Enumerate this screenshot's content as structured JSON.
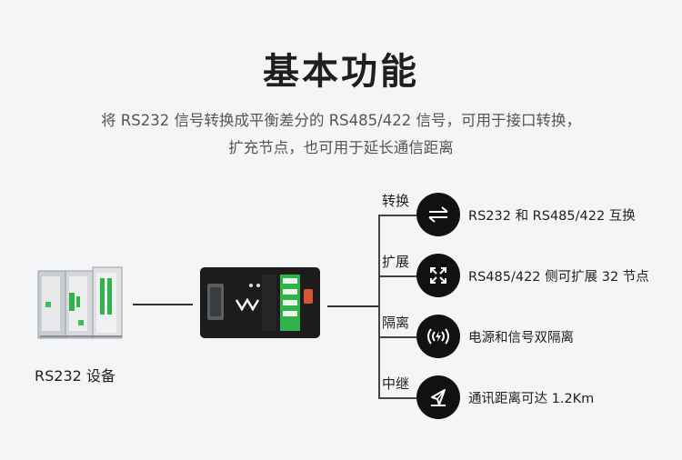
{
  "title": "基本功能",
  "subtitle": {
    "line1": "将 RS232 信号转换成平衡差分的 RS485/422 信号，可用于接口转换，",
    "line2": "扩充节点，也可用于延长通信距离"
  },
  "device": {
    "label": "RS232 设备"
  },
  "features": [
    {
      "label": "转换",
      "icon": "swap-arrows-icon",
      "text": "RS232 和 RS485/422 互换"
    },
    {
      "label": "扩展",
      "icon": "expand-arrows-icon",
      "text": "RS485/422 侧可扩展 32 节点"
    },
    {
      "label": "隔离",
      "icon": "isolation-signal-icon",
      "text": "电源和信号双隔离"
    },
    {
      "label": "中继",
      "icon": "relay-send-icon",
      "text": "通讯距离可达 1.2Km"
    }
  ],
  "colors": {
    "background": "#f4f5f7",
    "icon_bg": "#111111",
    "accent_green": "#2fb34a"
  }
}
